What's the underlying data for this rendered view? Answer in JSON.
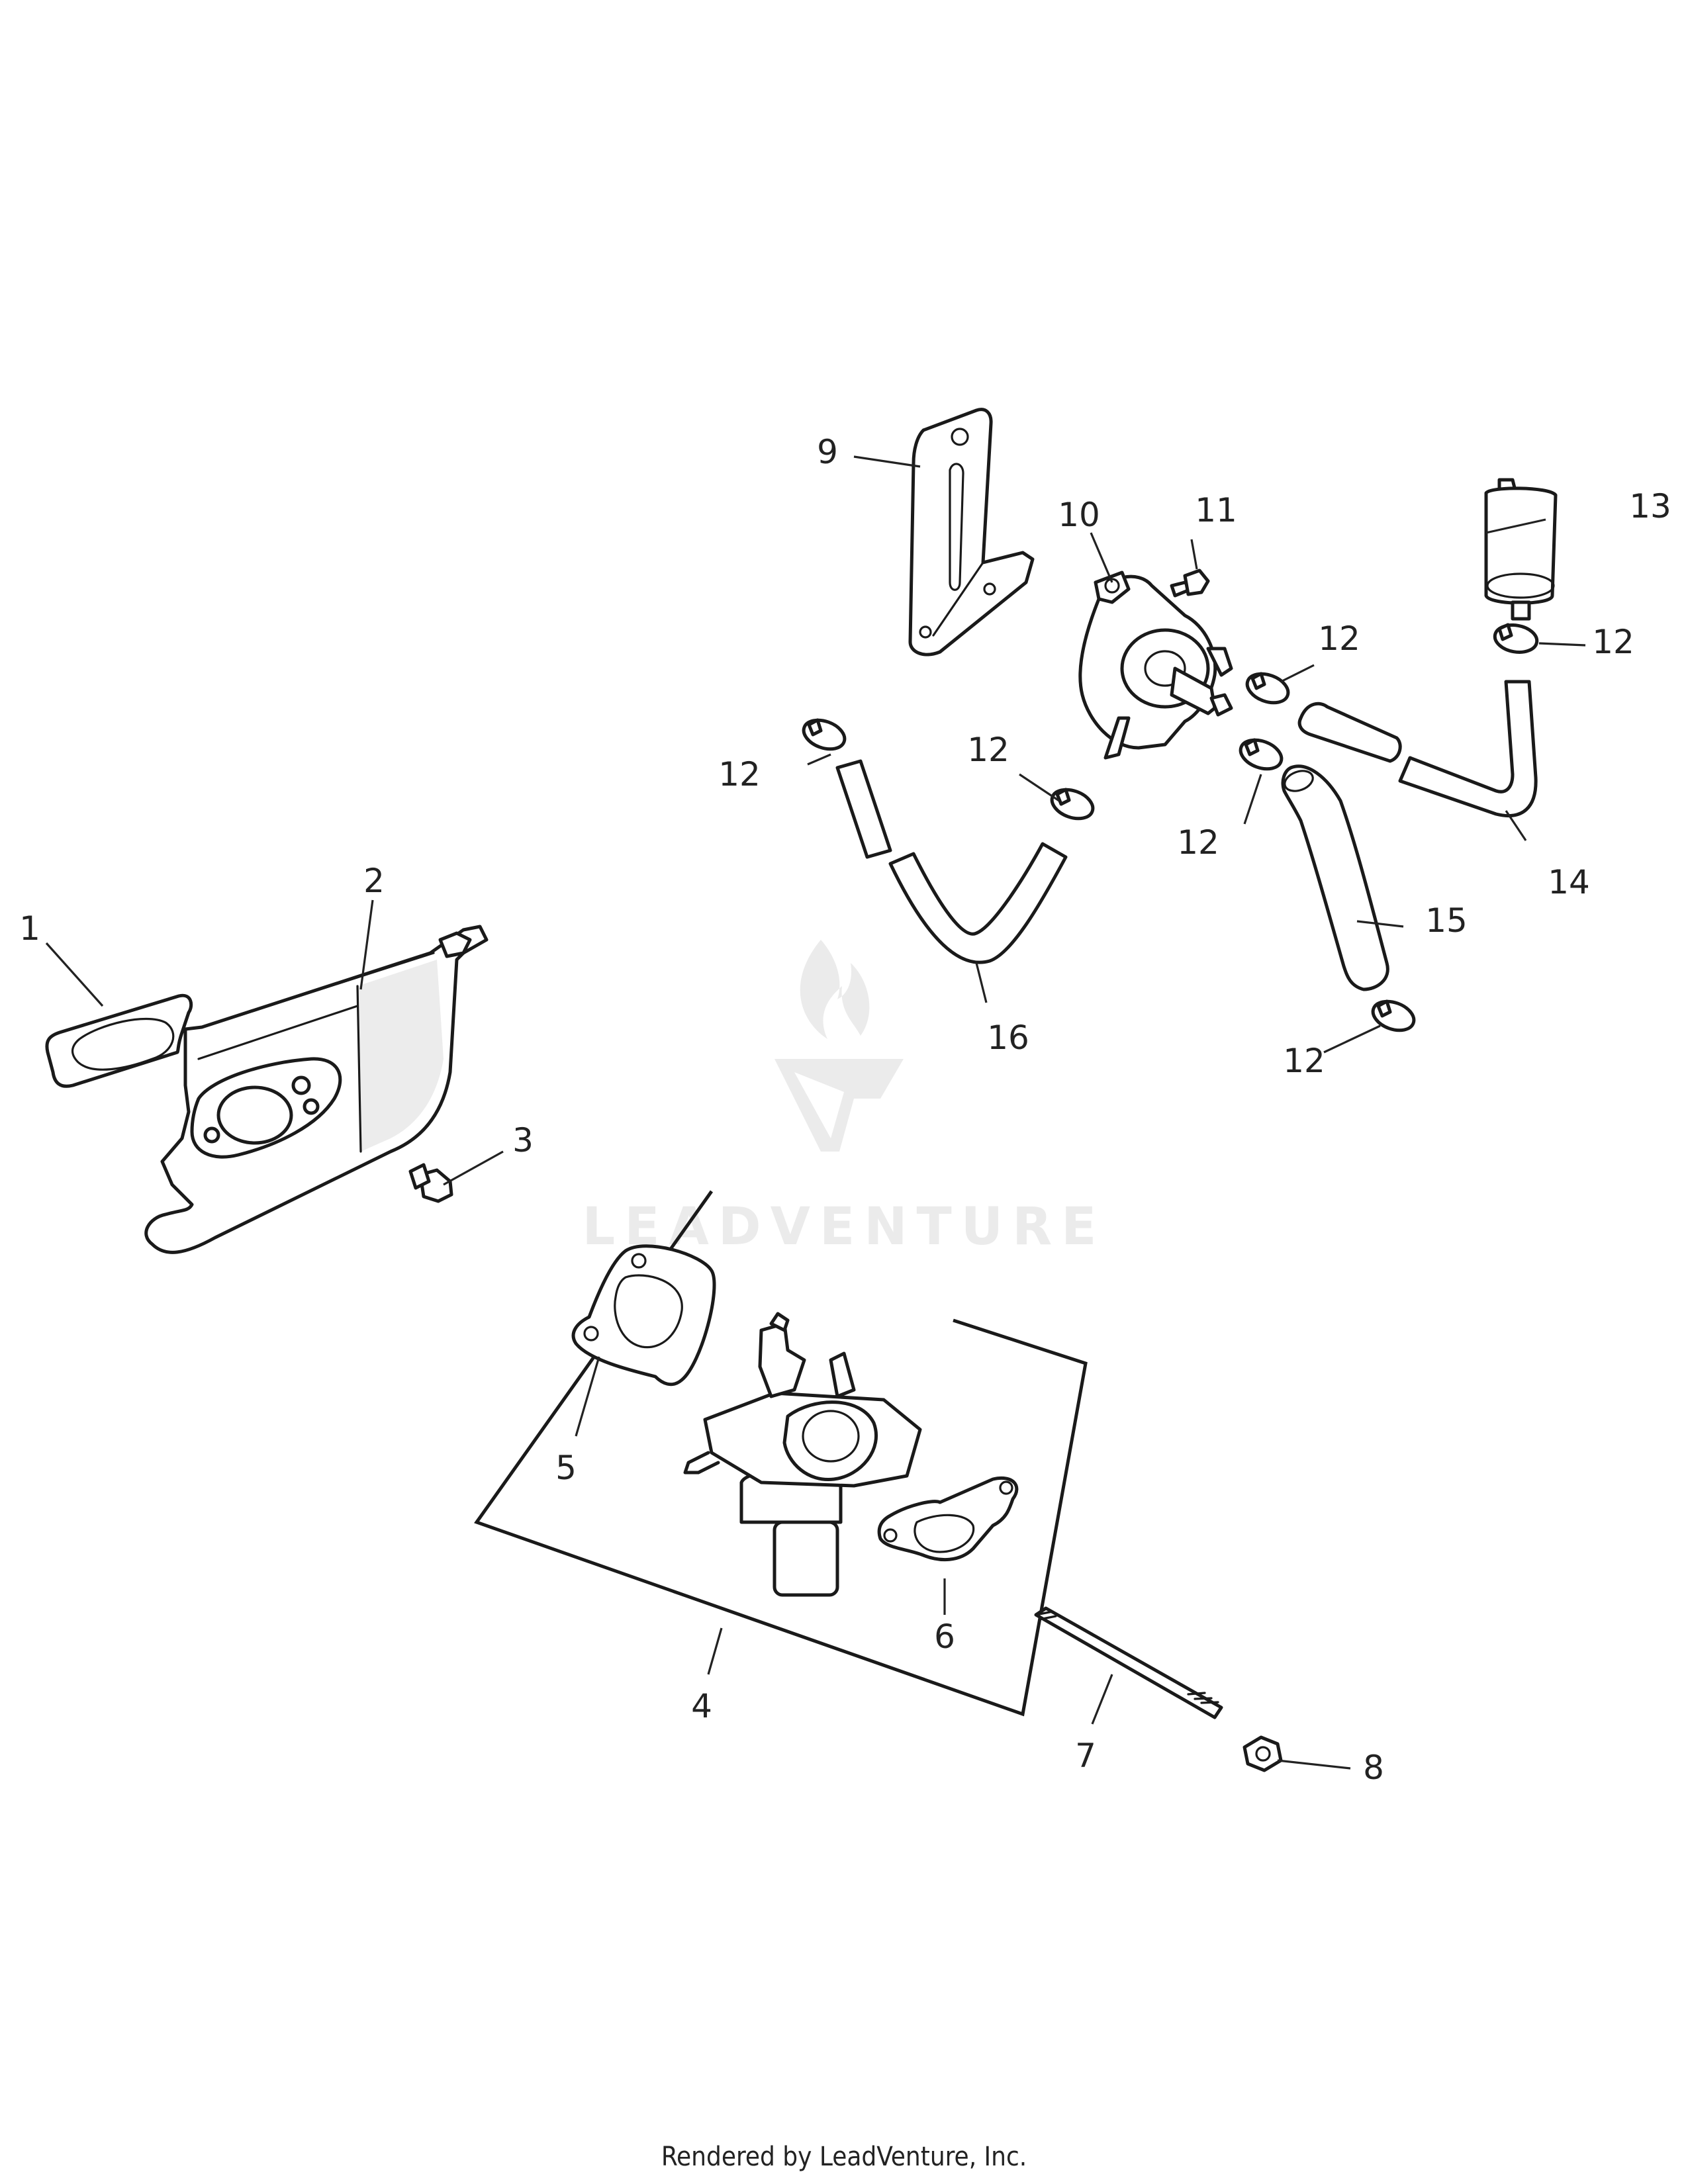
{
  "diagram": {
    "callouts": {
      "p1": "1",
      "p2": "2",
      "p3": "3",
      "p4": "4",
      "p5": "5",
      "p6": "6",
      "p7": "7",
      "p8": "8",
      "p9": "9",
      "p10": "10",
      "p11": "11",
      "p12a": "12",
      "p12b": "12",
      "p12c": "12",
      "p12d": "12",
      "p12e": "12",
      "p12f": "12",
      "p13": "13",
      "p14": "14",
      "p15": "15",
      "p16": "16"
    },
    "watermark": "LEADVENTURE",
    "footer": "Rendered by LeadVenture, Inc."
  }
}
